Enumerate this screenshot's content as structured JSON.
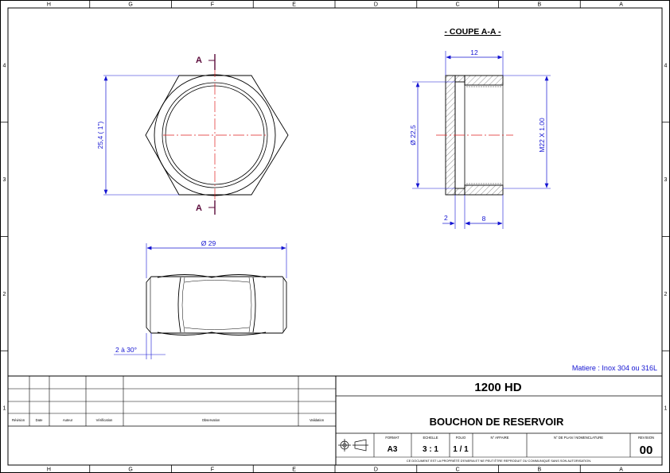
{
  "zones": {
    "columns": [
      "H",
      "G",
      "F",
      "E",
      "D",
      "C",
      "B",
      "A"
    ],
    "rows": [
      "4",
      "3",
      "2",
      "1"
    ]
  },
  "section_title": "- COUPE A-A -",
  "section_marker": "A",
  "dimensions": {
    "across_flats": "25,4 ( 1\")",
    "diameter_29": "Ø 29",
    "chamfer": "2 à 30°",
    "width_12": "12",
    "inner_diameter": "Ø 22,5",
    "thread": "M22 X 1.00",
    "wall_2": "2",
    "thread_length": "8"
  },
  "material_note": "Matiere : Inox 304 ou 316L",
  "title_block": {
    "part_number": "1200 HD",
    "part_name": "BOUCHON DE RESERVOIR",
    "revision_headers": {
      "revision": "Révision",
      "date": "Date",
      "author": "Auteur",
      "verification": "Vérification",
      "observation": "Observation",
      "validation": "Validation"
    },
    "fields": {
      "format_label": "FORMAT",
      "format_value": "A3",
      "scale_label": "ECHELLE",
      "scale_value": "3 : 1",
      "sheet_label": "FOLIO",
      "sheet_value": "1 / 1",
      "affaire_label": "N° AFFAIRE",
      "plan_label": "N° DE PLAN / NOMENCLATURE",
      "revision_label": "REVISION",
      "revision_value": "00"
    },
    "copyright": "CE DOCUMENT EST LA PROPRIÉTÉ D'ENERIA ET NE PEUT ÊTRE REPRODUIT OU COMMUNIQUÉ SANS SON AUTORISATION."
  },
  "colors": {
    "dimension": "#1414d2",
    "centerline": "#e02020",
    "section_mark": "#5a0a3a",
    "outline": "#000000"
  }
}
